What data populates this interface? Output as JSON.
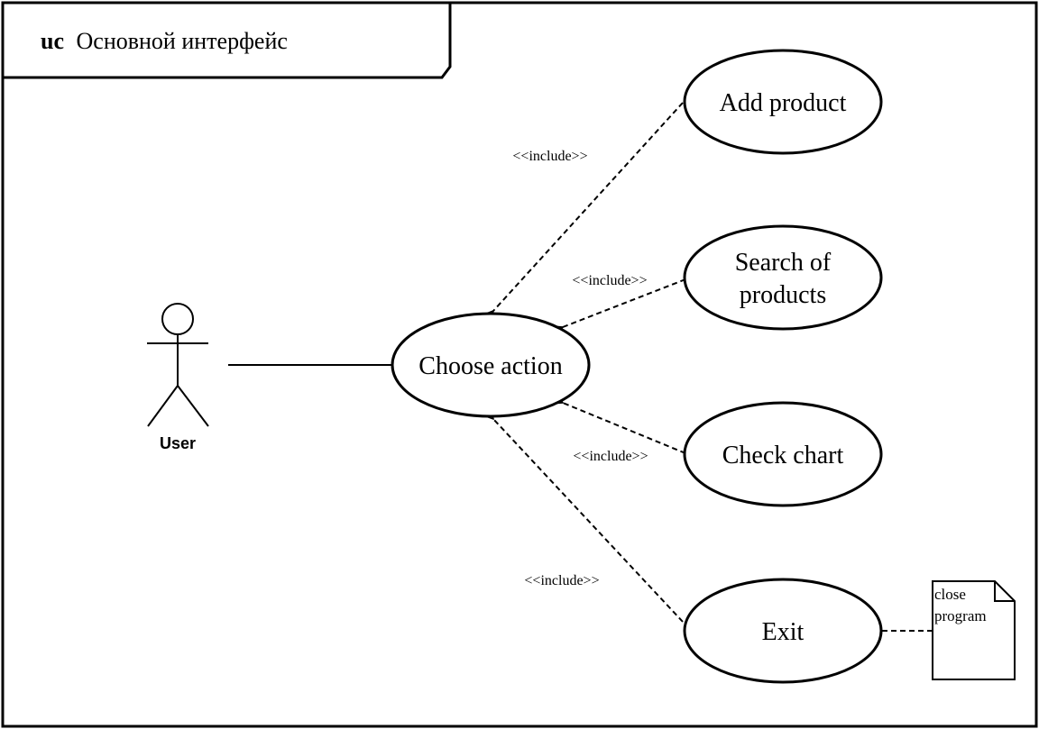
{
  "frame": {
    "keyword": "uc",
    "title": "Основной интерфейс"
  },
  "actor": {
    "name": "User"
  },
  "use_cases": {
    "add_product": "Add product",
    "search_products_line1": "Search of",
    "search_products_line2": "products",
    "choose_action": "Choose action",
    "check_chart": "Check chart",
    "exit": "Exit"
  },
  "relations": {
    "include_add": "<<include>>",
    "include_search": "<<include>>",
    "include_chart": "<<include>>",
    "include_exit": "<<include>>"
  },
  "note": {
    "line1": "close",
    "line2": "program"
  },
  "colors": {
    "stroke": "#000000",
    "background": "#ffffff"
  }
}
